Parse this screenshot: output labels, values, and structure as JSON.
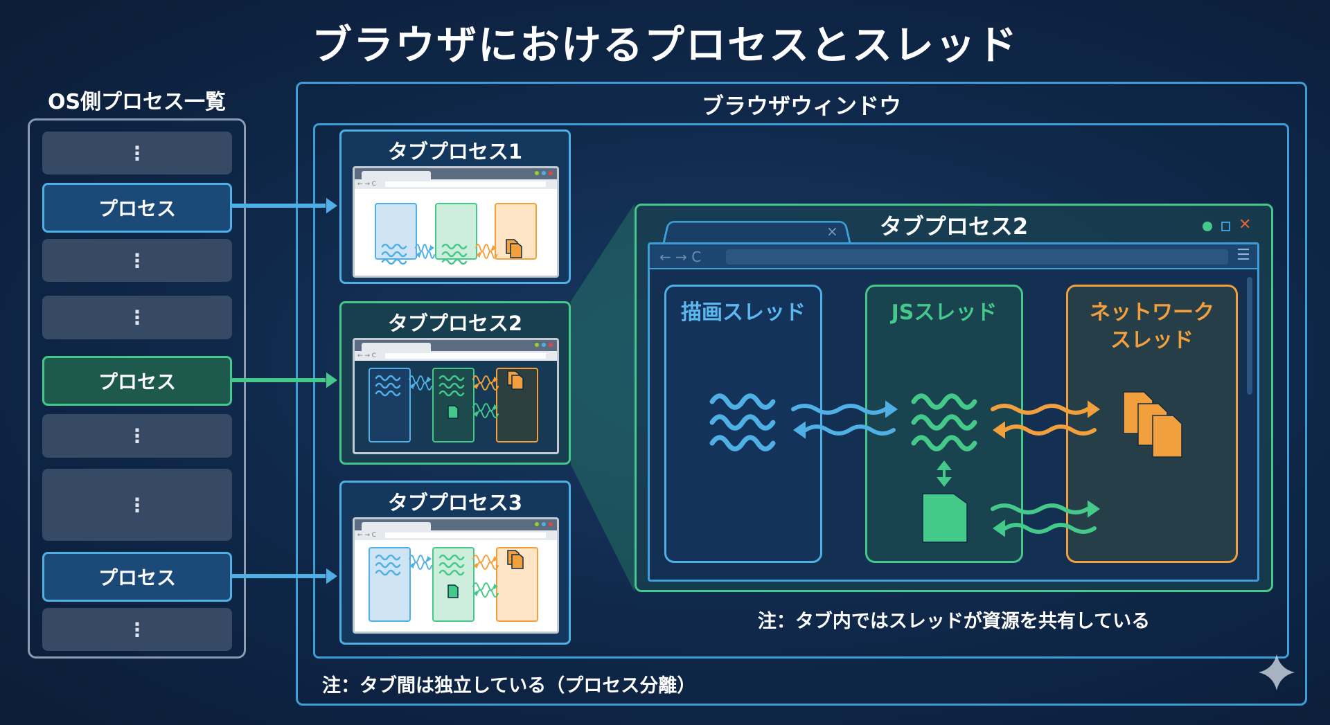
{
  "title": "ブラウザにおけるプロセスとスレッド",
  "os": {
    "label": "OS側プロセス一覧",
    "items": [
      {
        "text": "⋮",
        "kind": "dots"
      },
      {
        "text": "プロセス",
        "kind": "process"
      },
      {
        "text": "⋮",
        "kind": "dots"
      },
      {
        "text": "⋮",
        "kind": "dots"
      },
      {
        "text": "プロセス",
        "kind": "process-green"
      },
      {
        "text": "⋮",
        "kind": "dots"
      },
      {
        "text": "⋮",
        "kind": "dots"
      },
      {
        "text": "プロセス",
        "kind": "process"
      },
      {
        "text": "⋮",
        "kind": "dots"
      }
    ]
  },
  "window": {
    "label": "ブラウザウィンドウ",
    "note": "注：タブ間は独立している（プロセス分離）"
  },
  "tabs": [
    {
      "label": "タブプロセス1"
    },
    {
      "label": "タブプロセス2"
    },
    {
      "label": "タブプロセス3"
    }
  ],
  "detail": {
    "title": "タブプロセス2",
    "close": "×",
    "nav": "← → C",
    "menu": "☰",
    "threads": [
      {
        "label": "描画スレッド"
      },
      {
        "label": "JSスレッド"
      },
      {
        "label": "ネットワーク\nスレッド"
      }
    ],
    "note": "注：タブ内ではスレッドが資源を共有している"
  },
  "colors": {
    "blue": "#4fb0e6",
    "green": "#45c98a",
    "orange": "#f2a03d"
  }
}
